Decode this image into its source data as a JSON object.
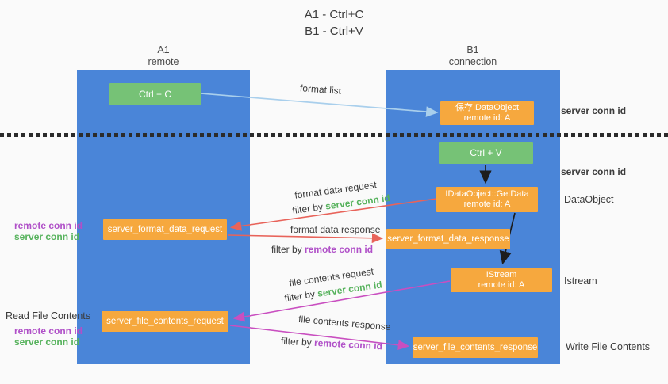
{
  "title": {
    "line1": "A1 - Ctrl+C",
    "line2": "B1 - Ctrl+V"
  },
  "columns": {
    "left": {
      "id": "A1",
      "role": "remote"
    },
    "right": {
      "id": "B1",
      "role": "connection"
    }
  },
  "nodes": {
    "ctrl_c": "Ctrl + C",
    "ctrl_v": "Ctrl + V",
    "save_dataobject": {
      "line1": "保存IDataObject",
      "line2": "remote id: A"
    },
    "getdata": {
      "line1": "IDataObject::GetData",
      "line2": "remote id: A"
    },
    "istream": {
      "line1": "IStream",
      "line2": "remote id: A"
    },
    "format_request": "server_format_data_request",
    "format_response": "server_format_data_response",
    "file_request": "server_file_contents_request",
    "file_response": "server_file_contents_response"
  },
  "labels": {
    "format_list": "format list",
    "format_data_request": "format data request",
    "format_data_response": "format data response",
    "file_contents_request": "file contents request",
    "file_contents_response": "file contents response",
    "filter_by": "filter by ",
    "server_conn_id": "server conn id",
    "remote_conn_id": "remote conn id",
    "dataobject": "DataObject",
    "istream_side": "Istream",
    "read_file_contents": "Read File Contents",
    "write_file_contents": "Write File Contents"
  },
  "colors": {
    "lane_blue": "#4a85d8",
    "box_orange": "#f6a83e",
    "box_green": "#76c276",
    "text_green": "#56b25c",
    "text_purple": "#b050c8",
    "arrow_red": "#e8635a",
    "arrow_magenta": "#c94fc0",
    "arrow_lightblue": "#a9cfec",
    "arrow_black": "#1d1d1d"
  }
}
